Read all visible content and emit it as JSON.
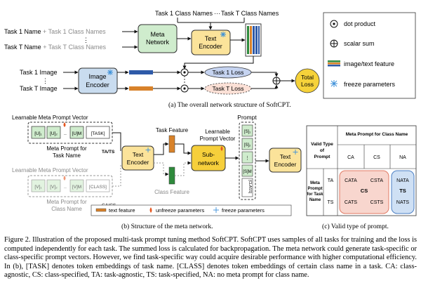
{
  "part_a": {
    "task1_class_names": "Task 1 Class Names",
    "dots": "···",
    "taskT_class_names": "Task T Class Names",
    "task1_name": "Task 1 Name",
    "task1_plus_class": "+ Task 1 Class Names",
    "ellipsis_v": "⋮",
    "taskT_name": "Task T Name",
    "taskT_plus_class": "+ Task T Class Names",
    "meta_network_l1": "Meta",
    "meta_network_l2": "Network",
    "text_encoder_l1": "Text",
    "text_encoder_l2": "Encoder",
    "image_encoder_l1": "Image",
    "image_encoder_l2": "Encoder",
    "task1_image": "Task 1 Image",
    "taskT_image": "Task T Image",
    "task1_loss": "Task 1 Loss",
    "taskT_loss": "Task T Loss",
    "total_loss_l1": "Total",
    "total_loss_l2": "Loss",
    "caption": "(a) The overall network structure of SoftCPT."
  },
  "legend_a": {
    "dot_product": "dot product",
    "scalar_sum": "scalar sum",
    "image_text_feature": "image/text feature",
    "freeze_parameters": "freeze parameters"
  },
  "part_b": {
    "learnable_vector_top": "Learnable Meta Prompt Vector",
    "tokens_top": [
      "[U]₁",
      "[U]₂",
      "[U]M",
      "[TASK]"
    ],
    "meta_prompt_task_l1": "Meta Prompt for",
    "meta_prompt_task_l2": "Task Name",
    "ta_ts": "TA/TS",
    "learnable_vector_bottom": "Learnable Meta Prompt Vector",
    "tokens_bottom": [
      "[V]₁",
      "[V]₂",
      "[V]M",
      "[CLASS]"
    ],
    "meta_prompt_class_l1": "Meta Prompt for",
    "meta_prompt_class_l2": "Class Name",
    "ca_cs": "CA/CS",
    "text_encoder_l1": "Text",
    "text_encoder_l2": "Encoder",
    "task_feature": "Task Feature",
    "class_feature": "Class Feature",
    "subnetwork_l1": "Sub-",
    "subnetwork_l2": "network",
    "learnable_prompt_l1": "Learnable",
    "learnable_prompt_l2": "Prompt Vector",
    "prompt": "Prompt",
    "prompt_tokens": [
      "[S]₁",
      "[S]₂",
      "⋮",
      "[S]M",
      "[CLASS]"
    ],
    "text_encoder2_l1": "Text",
    "text_encoder2_l2": "Encoder",
    "legend_text_feature": "text feature",
    "legend_unfreeze": "unfreeze parameters",
    "legend_freeze": "freeze parameters",
    "caption": "(b) Structure of the meta network."
  },
  "part_c": {
    "header": "Meta Prompt for Class Name",
    "valid_type_l1": "Valid Type",
    "valid_type_l2": "of",
    "valid_type_l3": "Prompt",
    "col_ca": "CA",
    "col_cs": "CS",
    "col_na": "NA",
    "row_header_l1": "Meta",
    "row_header_l2": "Prompt",
    "row_header_l3": "for Task",
    "row_header_l4": "Name",
    "row_ta": "TA",
    "row_ts": "TS",
    "cata": "CATA",
    "csta": "CSTA",
    "cs": "CS",
    "cats": "CATS",
    "csts": "CSTS",
    "nata": "NATA",
    "ts": "TS",
    "nats": "NATS",
    "caption": "(c) Valid type of prompt."
  },
  "caption_text": "Figure 2. Illustration of the proposed multi-task prompt tuning method SoftCPT. SoftCPT uses samples of all tasks for training and the loss is computed independently for each task. The summed loss is calculated for backpropagation. The meta network could generate task-specific or class-specific prompt vectors. However, we find task-specific way could acquire desirable performance with higher computational efficiency. In (b), [TASK] denotes token embeddings of task name. [CLASS] denotes token embeddings of certain class name in a task. CA: class-agnostic, CS: class-specified, TA: task-agnostic, TS: task-specified, NA: no meta prompt for class name.",
  "colors": {
    "meta_network": "#cfeccd",
    "text_encoder": "#fbe39a",
    "image_encoder": "#c9dcef",
    "task1_loss": "#c5d3f0",
    "taskT_loss": "#fbe0d6",
    "total_loss": "#f6d23a",
    "feature_green": "#2f8a3c",
    "feature_orange": "#d8822a",
    "feature_blue": "#2e5aa8"
  }
}
